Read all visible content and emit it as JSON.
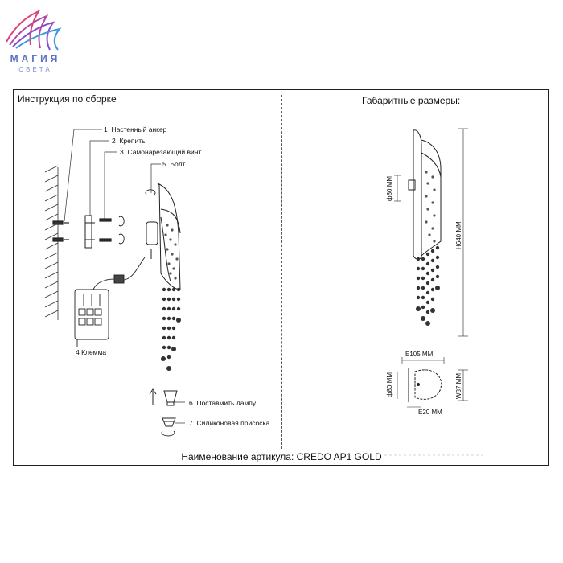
{
  "brand": {
    "name": "МАГИЯ",
    "sub": "СВЕТА",
    "colors": [
      "#e0407a",
      "#8a4fc8",
      "#3e9ad8"
    ]
  },
  "left_panel": {
    "title": "Инструкция по сборке",
    "parts": [
      {
        "num": "1",
        "label": "Настенный анкер"
      },
      {
        "num": "2",
        "label": "Крепить"
      },
      {
        "num": "3",
        "label": "Самонарезающий винт"
      },
      {
        "num": "5",
        "label": "Болт"
      },
      {
        "num": "4",
        "label": "Клемма"
      },
      {
        "num": "6",
        "label": "Поставмить лампу"
      },
      {
        "num": "7",
        "label": "Силиконовая присоска"
      }
    ]
  },
  "right_panel": {
    "title": "Габаритные размеры:",
    "dims": {
      "d80_front": "ф80 ММ",
      "height": "H640 ММ",
      "e105": "E105 ММ",
      "d80_top": "ф80 ММ",
      "w87": "W87 ММ",
      "e20": "E20 ММ"
    }
  },
  "footer": {
    "article": "Наименование артикула: CREDO AP1 GOLD"
  }
}
